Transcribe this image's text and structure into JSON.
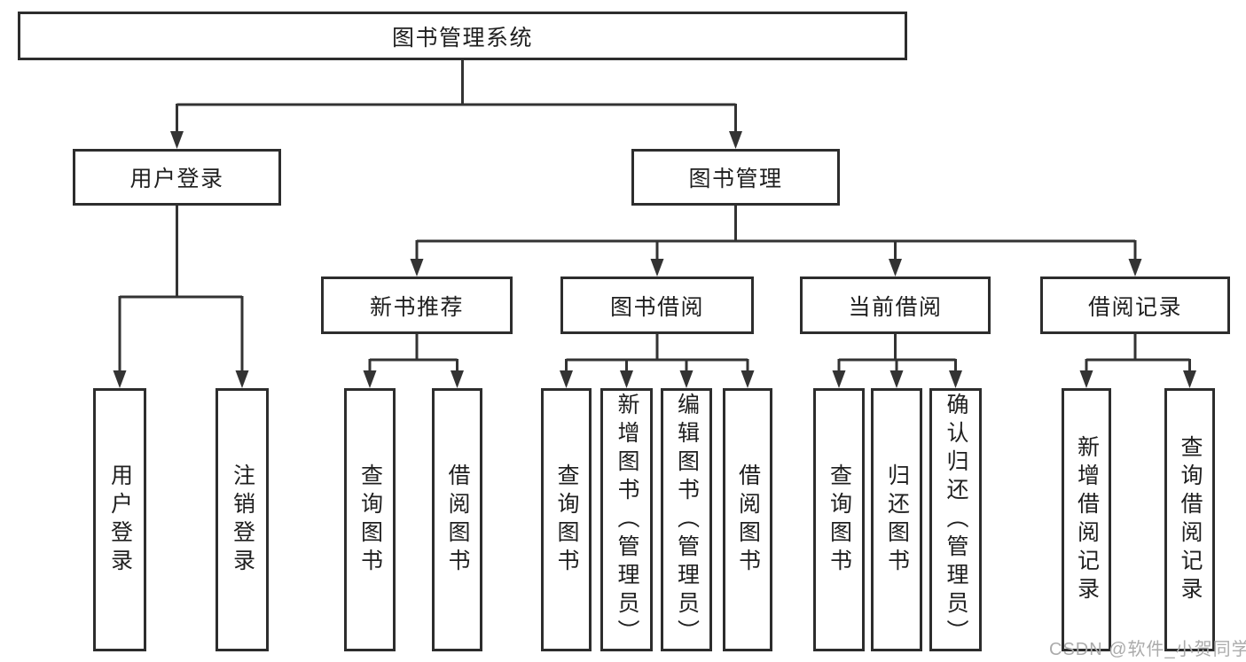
{
  "tree": {
    "label": "图书管理系统",
    "children": [
      {
        "label": "用户登录",
        "children": [
          {
            "label": "用户登录"
          },
          {
            "label": "注销登录"
          }
        ]
      },
      {
        "label": "图书管理",
        "children": [
          {
            "label": "新书推荐",
            "children": [
              {
                "label": "查询图书"
              },
              {
                "label": "借阅图书"
              }
            ]
          },
          {
            "label": "图书借阅",
            "children": [
              {
                "label": "查询图书"
              },
              {
                "label": "新增图书（管理员）"
              },
              {
                "label": "编辑图书（管理员）"
              },
              {
                "label": "借阅图书"
              }
            ]
          },
          {
            "label": "当前借阅",
            "children": [
              {
                "label": "查询图书"
              },
              {
                "label": "归还图书"
              },
              {
                "label": "确认归还（管理员）"
              }
            ]
          },
          {
            "label": "借阅记录",
            "children": [
              {
                "label": "新增借阅记录"
              },
              {
                "label": "查询借阅记录"
              }
            ]
          }
        ]
      }
    ]
  },
  "watermark": "CSDN @软件_小贺同学",
  "colors": {
    "line": "#333333",
    "box_border": "#2d2d2d",
    "text": "#1f1f1f",
    "background": "#ffffff",
    "watermark": "#ababab"
  }
}
